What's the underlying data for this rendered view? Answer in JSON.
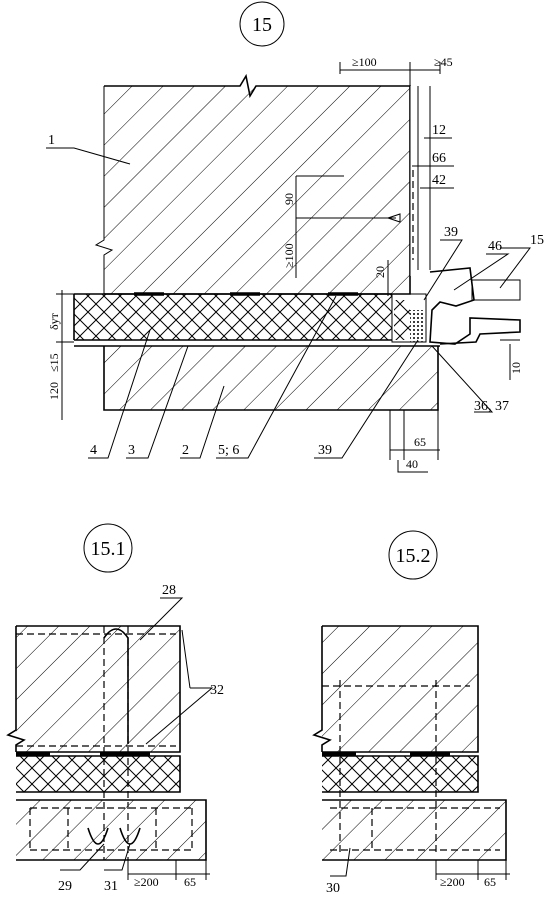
{
  "titles": {
    "main": "15",
    "detail_a": "15.1",
    "detail_b": "15.2"
  },
  "main_dims": {
    "d_ge100": "≥100",
    "d_ge45": "≥45",
    "d_90": "90",
    "d_ge100_vert": "≥100",
    "d_20": "20",
    "d_delta": "δут",
    "d_le15": "≤15",
    "d_120": "120",
    "d_10": "10",
    "d_65": "65",
    "d_40": "40"
  },
  "main_labels": {
    "l1": "1",
    "l12": "12",
    "l66": "66",
    "l42": "42",
    "l39a": "39",
    "l46": "46",
    "l15": "15",
    "l4": "4",
    "l3": "3",
    "l2": "2",
    "l56": "5; 6",
    "l39b": "39",
    "l3637": "36, 37"
  },
  "detail_a_labels": {
    "l28": "28",
    "l32": "32",
    "l29": "29",
    "l31": "31",
    "d200": "≥200",
    "d65": "65"
  },
  "detail_b_labels": {
    "l30": "30",
    "d200": "≥200",
    "d65": "65"
  }
}
